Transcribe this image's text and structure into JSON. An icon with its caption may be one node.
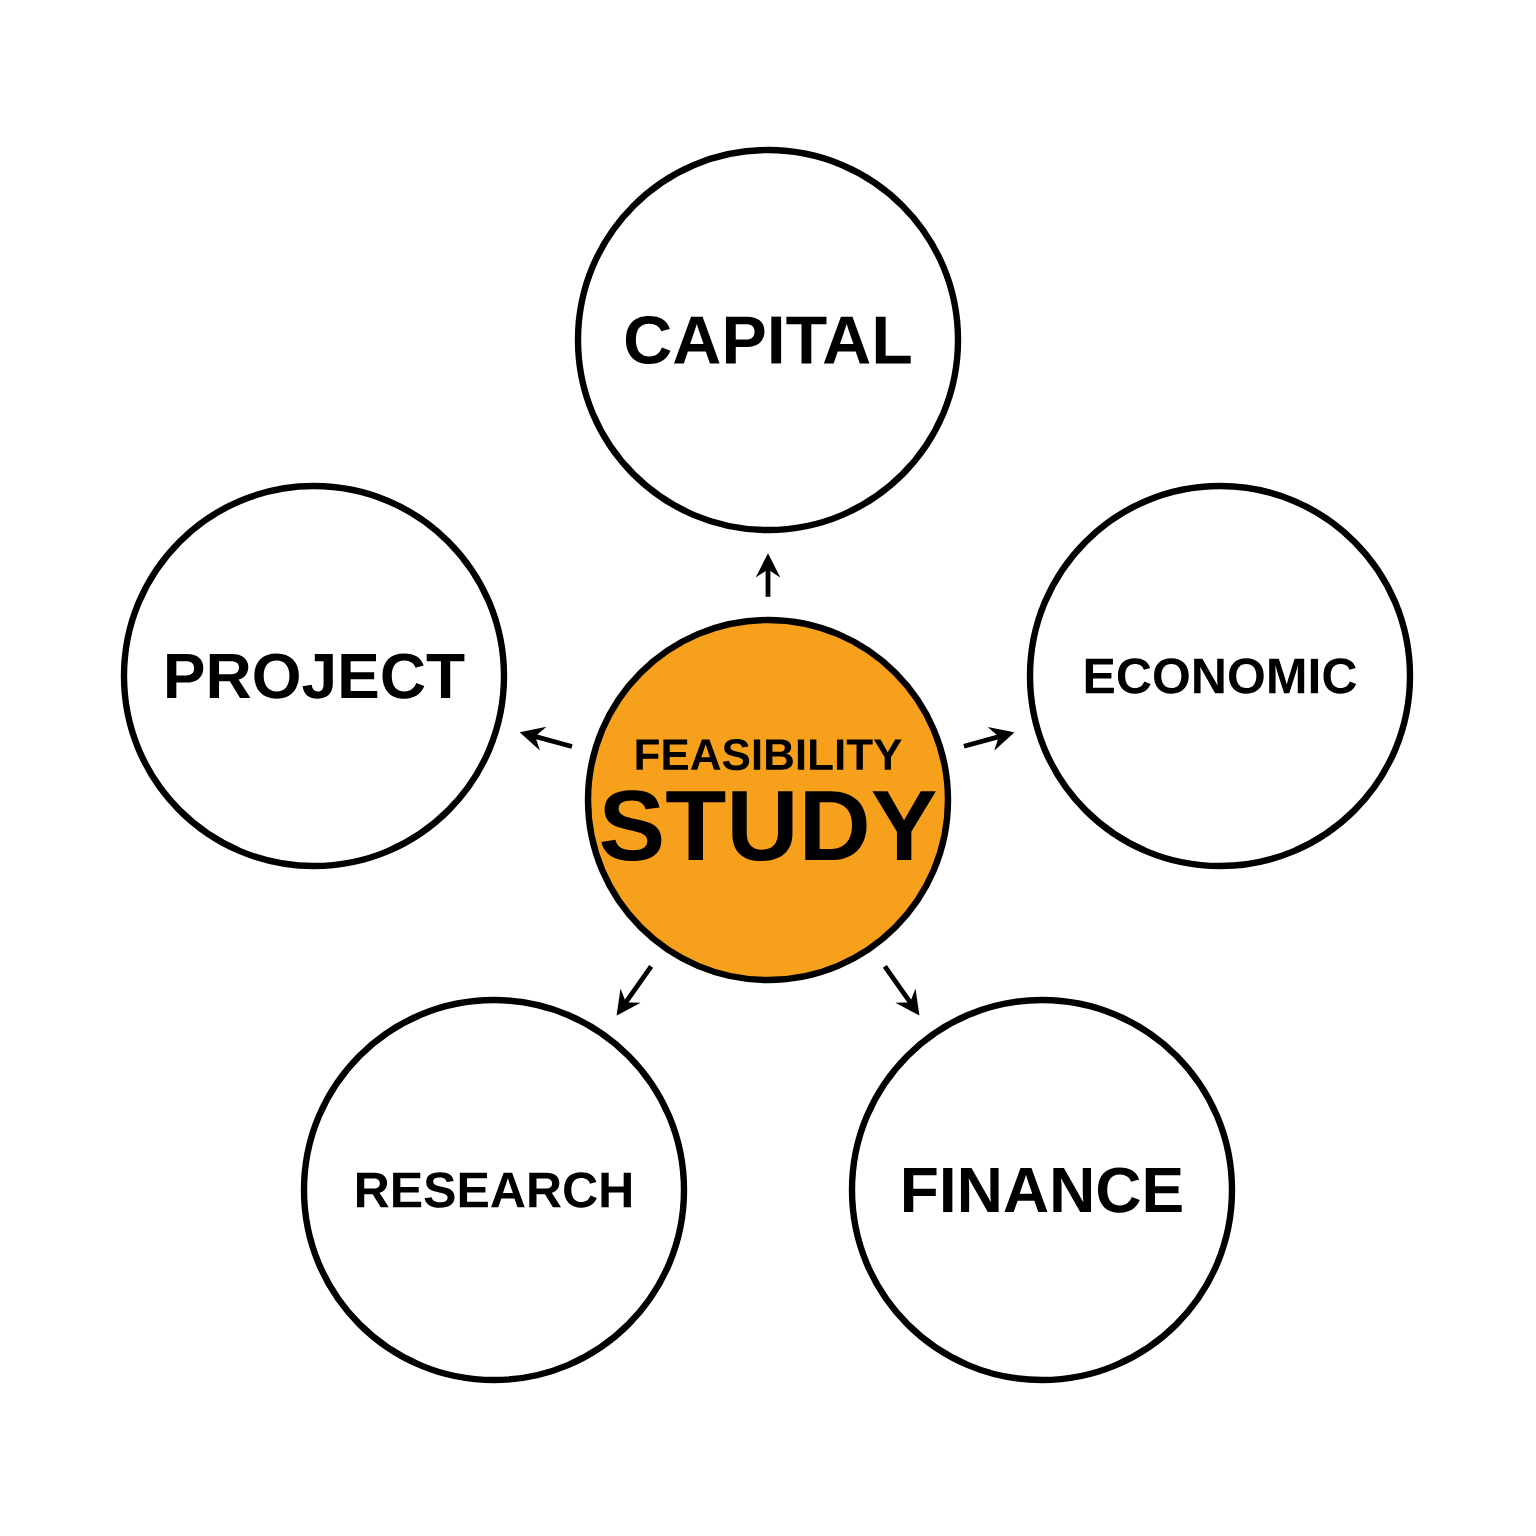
{
  "diagram": {
    "nodes": [
      {
        "text": [
          "FEASIBILITY",
          "STUDY"
        ]
      },
      {
        "text": [
          "CAPITAL"
        ]
      },
      {
        "text": [
          "PROJECT"
        ]
      },
      {
        "text": [
          "ECONOMIC"
        ]
      },
      {
        "text": [
          "RESEARCH"
        ]
      },
      {
        "text": [
          "FINANCE"
        ]
      }
    ],
    "edges": [
      {
        "from": 0,
        "to": 1,
        "arrow": "to"
      },
      {
        "from": 0,
        "to": 2,
        "arrow": "to"
      },
      {
        "from": 0,
        "to": 3,
        "arrow": "to"
      },
      {
        "from": 0,
        "to": 4,
        "arrow": "to"
      },
      {
        "from": 0,
        "to": 5,
        "arrow": "to"
      }
    ]
  }
}
